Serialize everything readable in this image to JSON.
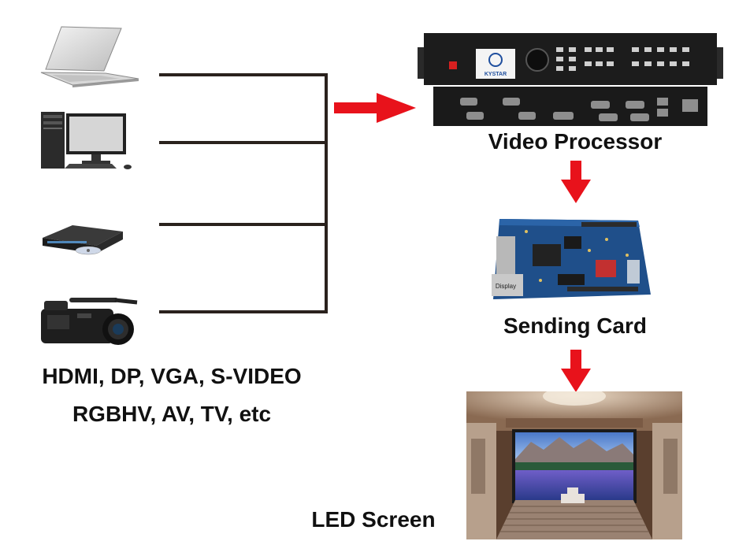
{
  "sources": [
    {
      "name": "Laptop",
      "icon": "laptop-icon"
    },
    {
      "name": "Desktop PC",
      "icon": "desktop-computer-icon"
    },
    {
      "name": "Blu-ray Player",
      "icon": "media-player-icon"
    },
    {
      "name": "Camcorder",
      "icon": "camcorder-icon"
    }
  ],
  "input_types": {
    "line1": "HDMI, DP, VGA, S-VIDEO",
    "line2": "RGBHV, AV, TV, etc"
  },
  "devices": {
    "processor": {
      "label": "Video Processor",
      "brand": "KYSTAR"
    },
    "sending_card": {
      "label": "Sending Card",
      "port_text": "Display"
    },
    "led_screen": {
      "label": "LED Screen"
    }
  },
  "colors": {
    "arrow": "#e8121b",
    "line": "#2a221d"
  }
}
